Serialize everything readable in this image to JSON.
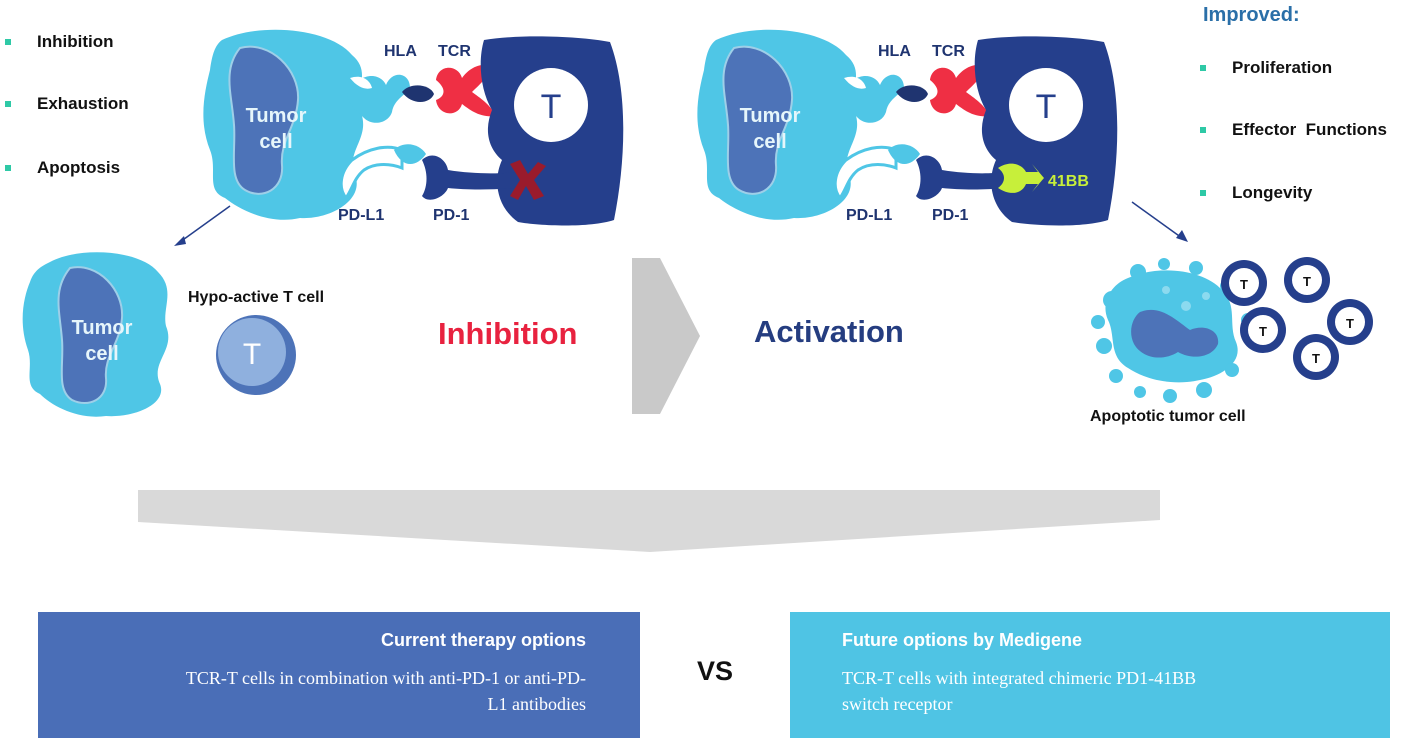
{
  "left_effects": [
    "Inhibition",
    "Exhaustion",
    "Apoptosis"
  ],
  "improved": {
    "title": "Improved:",
    "items": [
      "Proliferation",
      "Effector  Functions",
      "Longevity"
    ]
  },
  "left_panel": {
    "tumor_label_1": "Tumor",
    "tumor_label_2": "cell",
    "hla": "HLA",
    "tcr": "TCR",
    "pdl1": "PD-L1",
    "pd1": "PD-1",
    "t_letter": "T"
  },
  "right_panel": {
    "tumor_label_1": "Tumor",
    "tumor_label_2": "cell",
    "hla": "HLA",
    "tcr": "TCR",
    "pdl1": "PD-L1",
    "pd1": "PD-1",
    "t_letter": "T",
    "costim": "41BB"
  },
  "hypo": {
    "caption": "Hypo-active T cell",
    "tumor_label_1": "Tumor",
    "tumor_label_2": "cell",
    "t_letter": "T"
  },
  "apoptotic": {
    "caption": "Apoptotic tumor cell",
    "t_letter": "T"
  },
  "center": {
    "inhibition": "Inhibition",
    "activation": "Activation"
  },
  "comparison": {
    "vs": "VS",
    "current": {
      "title": "Current therapy options",
      "desc_line1": "TCR-T cells in combination with anti-PD-1 or anti-PD-",
      "desc_line2": "L1 antibodies"
    },
    "future": {
      "title": "Future options by Medigene",
      "desc_line1": "TCR-T cells with integrated chimeric PD1-41BB",
      "desc_line2": "switch receptor"
    }
  },
  "colors": {
    "tumor_light": "#4fc6e6",
    "tumor_dark": "#4d73b8",
    "tcell_navy": "#253f8c",
    "tcr_red": "#ef2f44",
    "inhibition_red": "#e8223f",
    "activation_navy": "#253d80",
    "green_41bb": "#c7ef3a",
    "box_current": "#4a6eb7",
    "box_future": "#4fc4e4",
    "bullet_green": "#2ec9a6",
    "arrow_gray": "#c9c9c9"
  }
}
